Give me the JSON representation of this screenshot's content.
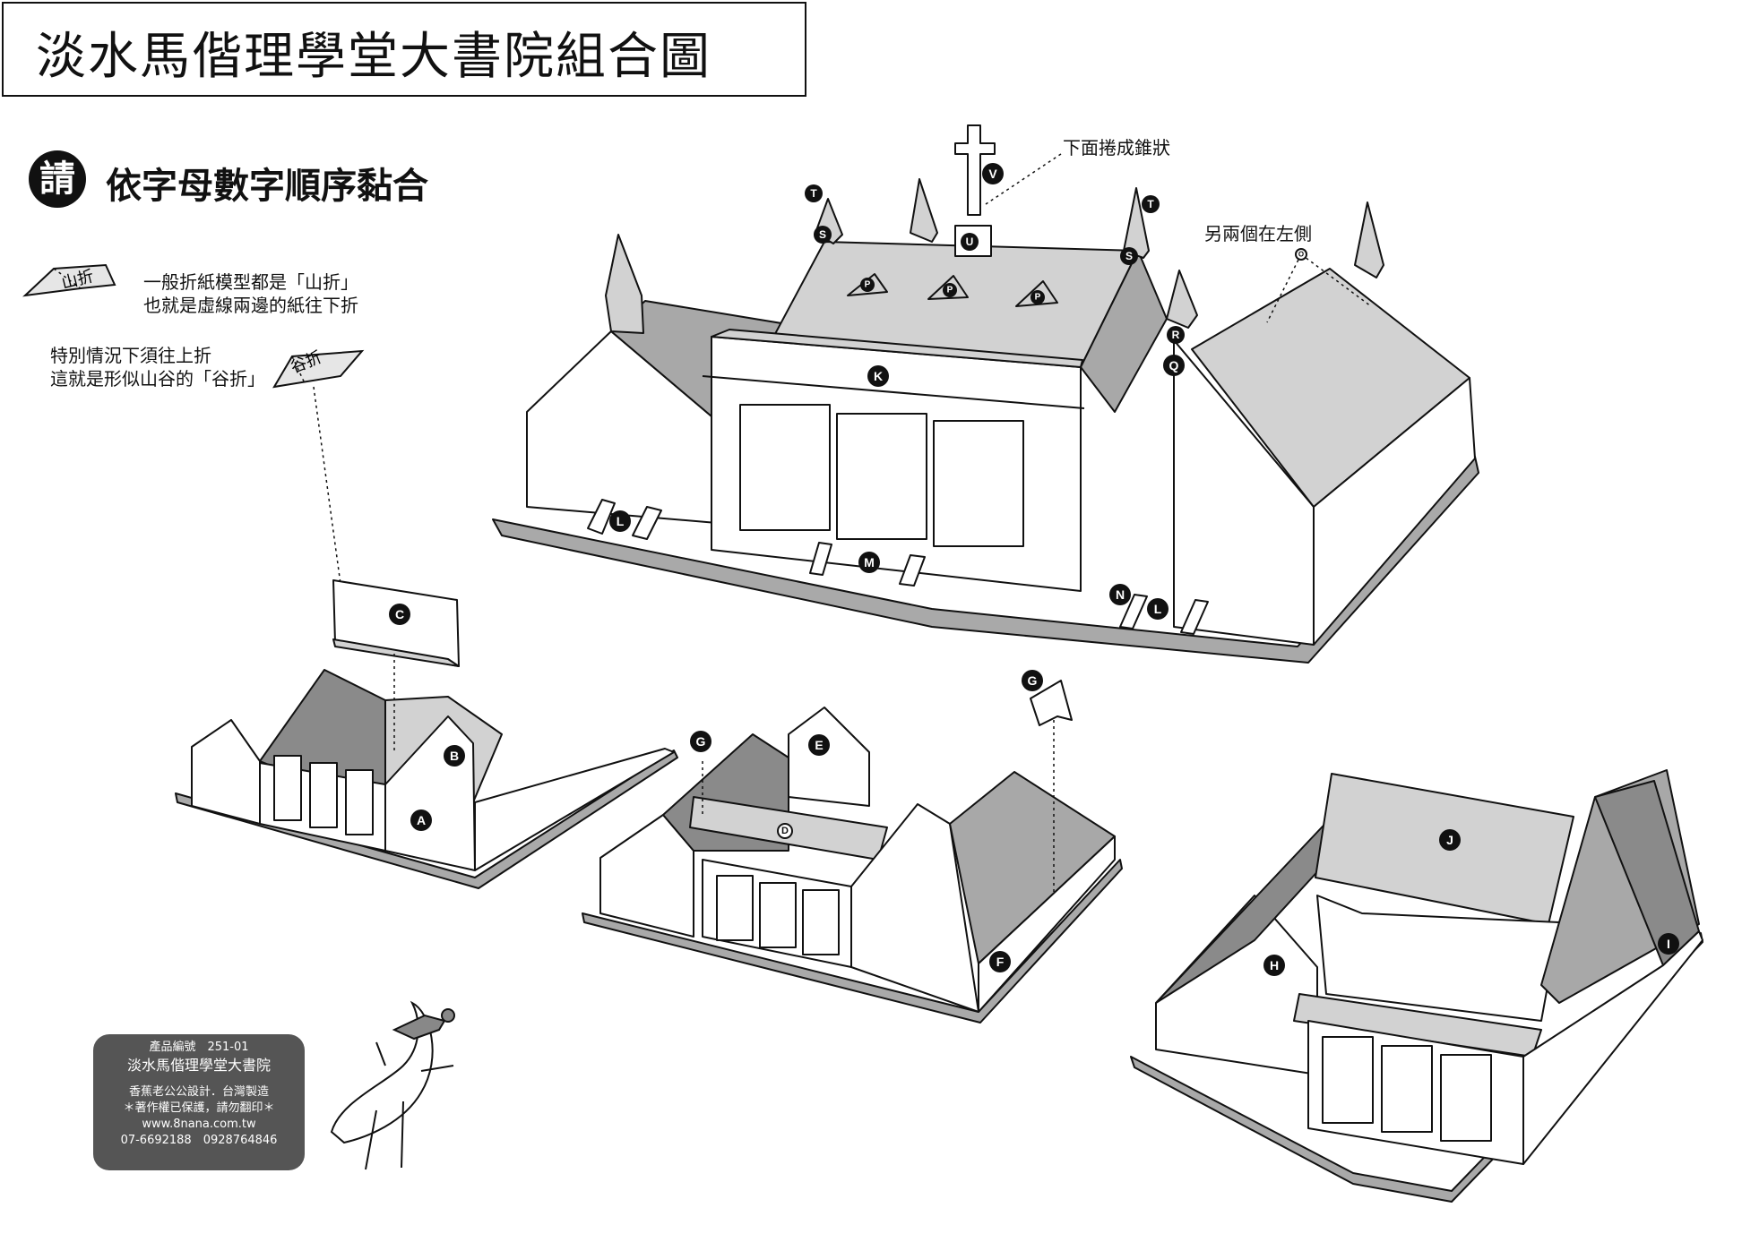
{
  "title": "淡水馬偕理學堂大書院組合圖",
  "instruction": {
    "badge": "請",
    "text": "依字母數字順序黏合"
  },
  "fold_notes": {
    "mountain_label": "山折",
    "mountain_line1": "一般折紙模型都是「山折」",
    "mountain_line2": "也就是虛線兩邊的紙往下折",
    "valley_label": "谷折",
    "valley_line1": "特別情況下須往上折",
    "valley_line2": "這就是形似山谷的「谷折」"
  },
  "annotations": {
    "cone_note": "下面捲成錐狀",
    "other_side_note": "另兩個在左側"
  },
  "part_labels": [
    "A",
    "B",
    "C",
    "D",
    "E",
    "F",
    "G",
    "G",
    "H",
    "I",
    "J",
    "K",
    "L",
    "L",
    "M",
    "N",
    "O",
    "P",
    "P",
    "P",
    "Q",
    "R",
    "S",
    "S",
    "T",
    "T",
    "U",
    "V"
  ],
  "info_panel": {
    "product_no": "產品編號　251-01",
    "product_name": "淡水馬偕理學堂大書院",
    "designer": "香蕉老公公設計．台灣製造",
    "copyright": "＊著作權已保護，請勿翻印＊",
    "website": "www.8nana.com.tw",
    "phones": "07-6692188　0928764846"
  },
  "colors": {
    "ink": "#111111",
    "roof_light": "#d2d2d2",
    "roof_mid": "#a8a8a8",
    "roof_dark": "#8a8a8a",
    "panel_bg": "#555555"
  }
}
